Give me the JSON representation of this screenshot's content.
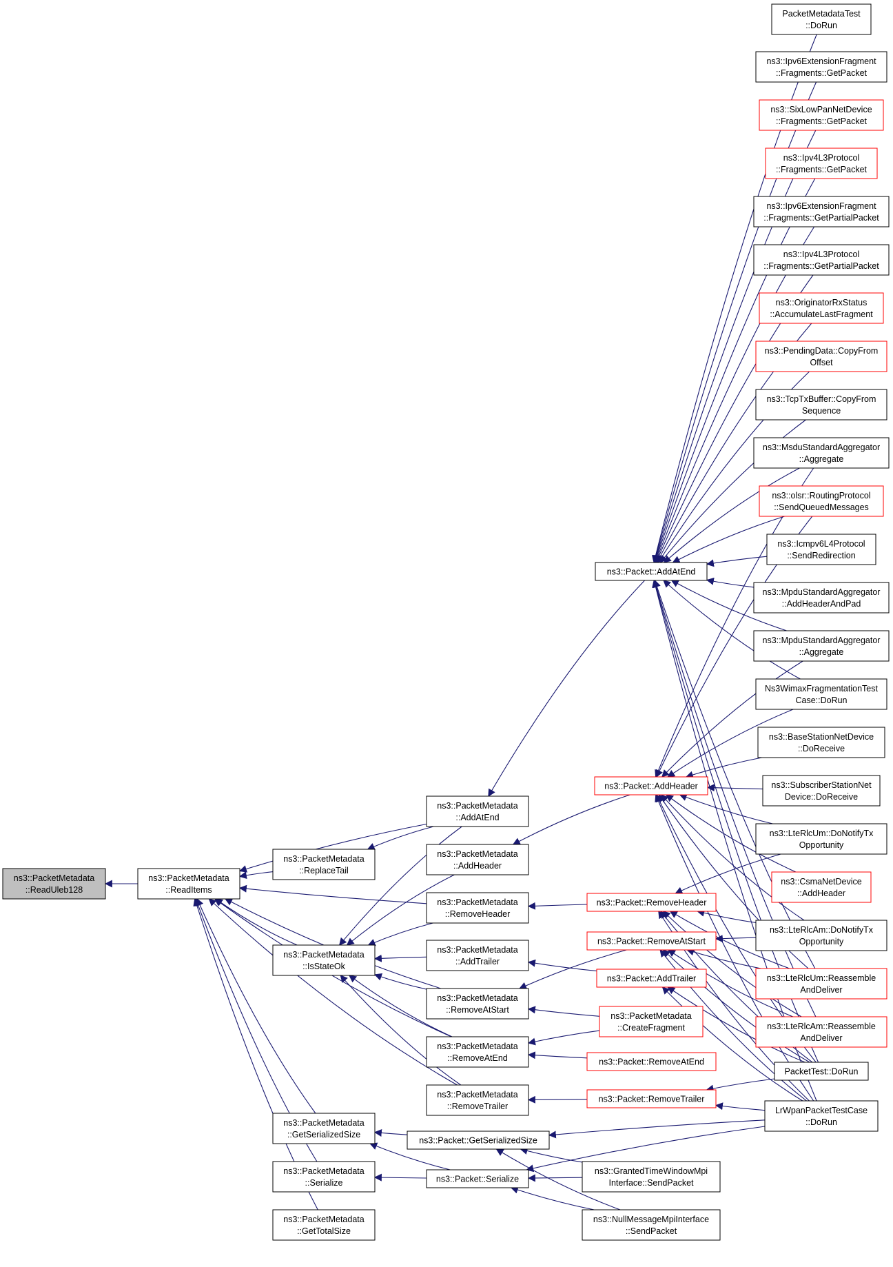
{
  "colors": {
    "edge": "#191970",
    "border_normal": "#000000",
    "border_red": "#ff0000",
    "fill_normal": "#ffffff",
    "fill_root": "#bfbfbf"
  },
  "nodes": [
    {
      "id": "root",
      "lines": [
        "ns3::PacketMetadata",
        "::ReadUleb128"
      ],
      "style": "root"
    },
    {
      "id": "readItems",
      "lines": [
        "ns3::PacketMetadata",
        "::ReadItems"
      ],
      "style": "normal"
    },
    {
      "id": "replaceTail",
      "lines": [
        "ns3::PacketMetadata",
        "::ReplaceTail"
      ],
      "style": "normal"
    },
    {
      "id": "isStateOk",
      "lines": [
        "ns3::PacketMetadata",
        "::IsStateOk"
      ],
      "style": "normal"
    },
    {
      "id": "getSerializedSizeM",
      "lines": [
        "ns3::PacketMetadata",
        "::GetSerializedSize"
      ],
      "style": "normal"
    },
    {
      "id": "serializeM",
      "lines": [
        "ns3::PacketMetadata",
        "::Serialize"
      ],
      "style": "normal"
    },
    {
      "id": "getTotalSize",
      "lines": [
        "ns3::PacketMetadata",
        "::GetTotalSize"
      ],
      "style": "normal"
    },
    {
      "id": "addAtEndM",
      "lines": [
        "ns3::PacketMetadata",
        "::AddAtEnd"
      ],
      "style": "normal"
    },
    {
      "id": "addHeaderM",
      "lines": [
        "ns3::PacketMetadata",
        "::AddHeader"
      ],
      "style": "normal"
    },
    {
      "id": "removeHeaderM",
      "lines": [
        "ns3::PacketMetadata",
        "::RemoveHeader"
      ],
      "style": "normal"
    },
    {
      "id": "addTrailerM",
      "lines": [
        "ns3::PacketMetadata",
        "::AddTrailer"
      ],
      "style": "normal"
    },
    {
      "id": "removeAtStartM",
      "lines": [
        "ns3::PacketMetadata",
        "::RemoveAtStart"
      ],
      "style": "normal"
    },
    {
      "id": "removeAtEndM",
      "lines": [
        "ns3::PacketMetadata",
        "::RemoveAtEnd"
      ],
      "style": "normal"
    },
    {
      "id": "removeTrailerM",
      "lines": [
        "ns3::PacketMetadata",
        "::RemoveTrailer"
      ],
      "style": "normal"
    },
    {
      "id": "pGetSerializedSize",
      "lines": [
        "ns3::Packet::GetSerializedSize"
      ],
      "style": "normal"
    },
    {
      "id": "pSerialize",
      "lines": [
        "ns3::Packet::Serialize"
      ],
      "style": "normal"
    },
    {
      "id": "pAddAtEnd",
      "lines": [
        "ns3::Packet::AddAtEnd"
      ],
      "style": "normal"
    },
    {
      "id": "pAddHeader",
      "lines": [
        "ns3::Packet::AddHeader"
      ],
      "style": "red"
    },
    {
      "id": "pRemoveHeader",
      "lines": [
        "ns3::Packet::RemoveHeader"
      ],
      "style": "red"
    },
    {
      "id": "pRemoveAtStart",
      "lines": [
        "ns3::Packet::RemoveAtStart"
      ],
      "style": "red"
    },
    {
      "id": "pAddTrailer",
      "lines": [
        "ns3::Packet::AddTrailer"
      ],
      "style": "red"
    },
    {
      "id": "createFragment",
      "lines": [
        "ns3::PacketMetadata",
        "::CreateFragment"
      ],
      "style": "red"
    },
    {
      "id": "pRemoveAtEnd",
      "lines": [
        "ns3::Packet::RemoveAtEnd"
      ],
      "style": "red"
    },
    {
      "id": "pRemoveTrailer",
      "lines": [
        "ns3::Packet::RemoveTrailer"
      ],
      "style": "red"
    },
    {
      "id": "grantedSend",
      "lines": [
        "ns3::GrantedTimeWindowMpi",
        "Interface::SendPacket"
      ],
      "style": "normal"
    },
    {
      "id": "nullSend",
      "lines": [
        "ns3::NullMessageMpiInterface",
        "::SendPacket"
      ],
      "style": "normal"
    },
    {
      "id": "pmTestDoRun",
      "lines": [
        "PacketMetadataTest",
        "::DoRun"
      ],
      "style": "normal"
    },
    {
      "id": "ipv6FragGet",
      "lines": [
        "ns3::Ipv6ExtensionFragment",
        "::Fragments::GetPacket"
      ],
      "style": "normal"
    },
    {
      "id": "sixLowPanGet",
      "lines": [
        "ns3::SixLowPanNetDevice",
        "::Fragments::GetPacket"
      ],
      "style": "red"
    },
    {
      "id": "ipv4L3Get",
      "lines": [
        "ns3::Ipv4L3Protocol",
        "::Fragments::GetPacket"
      ],
      "style": "red"
    },
    {
      "id": "ipv6FragPartial",
      "lines": [
        "ns3::Ipv6ExtensionFragment",
        "::Fragments::GetPartialPacket"
      ],
      "style": "normal"
    },
    {
      "id": "ipv4L3Partial",
      "lines": [
        "ns3::Ipv4L3Protocol",
        "::Fragments::GetPartialPacket"
      ],
      "style": "normal"
    },
    {
      "id": "originatorRx",
      "lines": [
        "ns3::OriginatorRxStatus",
        "::AccumulateLastFragment"
      ],
      "style": "red"
    },
    {
      "id": "pendingData",
      "lines": [
        "ns3::PendingData::CopyFrom",
        "Offset"
      ],
      "style": "red"
    },
    {
      "id": "tcpTxBuffer",
      "lines": [
        "ns3::TcpTxBuffer::CopyFrom",
        "Sequence"
      ],
      "style": "normal"
    },
    {
      "id": "msduAgg",
      "lines": [
        "ns3::MsduStandardAggregator",
        "::Aggregate"
      ],
      "style": "normal"
    },
    {
      "id": "olsrSend",
      "lines": [
        "ns3::olsr::RoutingProtocol",
        "::SendQueuedMessages"
      ],
      "style": "red"
    },
    {
      "id": "icmpv6Redirect",
      "lines": [
        "ns3::Icmpv6L4Protocol",
        "::SendRedirection"
      ],
      "style": "normal"
    },
    {
      "id": "mpduAddHeader",
      "lines": [
        "ns3::MpduStandardAggregator",
        "::AddHeaderAndPad"
      ],
      "style": "normal"
    },
    {
      "id": "mpduAgg",
      "lines": [
        "ns3::MpduStandardAggregator",
        "::Aggregate"
      ],
      "style": "normal"
    },
    {
      "id": "wimaxTest",
      "lines": [
        "Ns3WimaxFragmentationTest",
        "Case::DoRun"
      ],
      "style": "normal"
    },
    {
      "id": "baseStation",
      "lines": [
        "ns3::BaseStationNetDevice",
        "::DoReceive"
      ],
      "style": "normal"
    },
    {
      "id": "subscriberStation",
      "lines": [
        "ns3::SubscriberStationNet",
        "Device::DoReceive"
      ],
      "style": "normal"
    },
    {
      "id": "lteRlcUmNotify",
      "lines": [
        "ns3::LteRlcUm::DoNotifyTx",
        "Opportunity"
      ],
      "style": "normal"
    },
    {
      "id": "csmaAddHeader",
      "lines": [
        "ns3::CsmaNetDevice",
        "::AddHeader"
      ],
      "style": "red"
    },
    {
      "id": "lteRlcAmNotify",
      "lines": [
        "ns3::LteRlcAm::DoNotifyTx",
        "Opportunity"
      ],
      "style": "normal"
    },
    {
      "id": "lteRlcUmReassemble",
      "lines": [
        "ns3::LteRlcUm::Reassemble",
        "AndDeliver"
      ],
      "style": "red"
    },
    {
      "id": "lteRlcAmReassemble",
      "lines": [
        "ns3::LteRlcAm::Reassemble",
        "AndDeliver"
      ],
      "style": "red"
    },
    {
      "id": "packetTest",
      "lines": [
        "PacketTest::DoRun"
      ],
      "style": "normal"
    },
    {
      "id": "lrWpanTest",
      "lines": [
        "LrWpanPacketTestCase",
        "::DoRun"
      ],
      "style": "normal"
    }
  ]
}
